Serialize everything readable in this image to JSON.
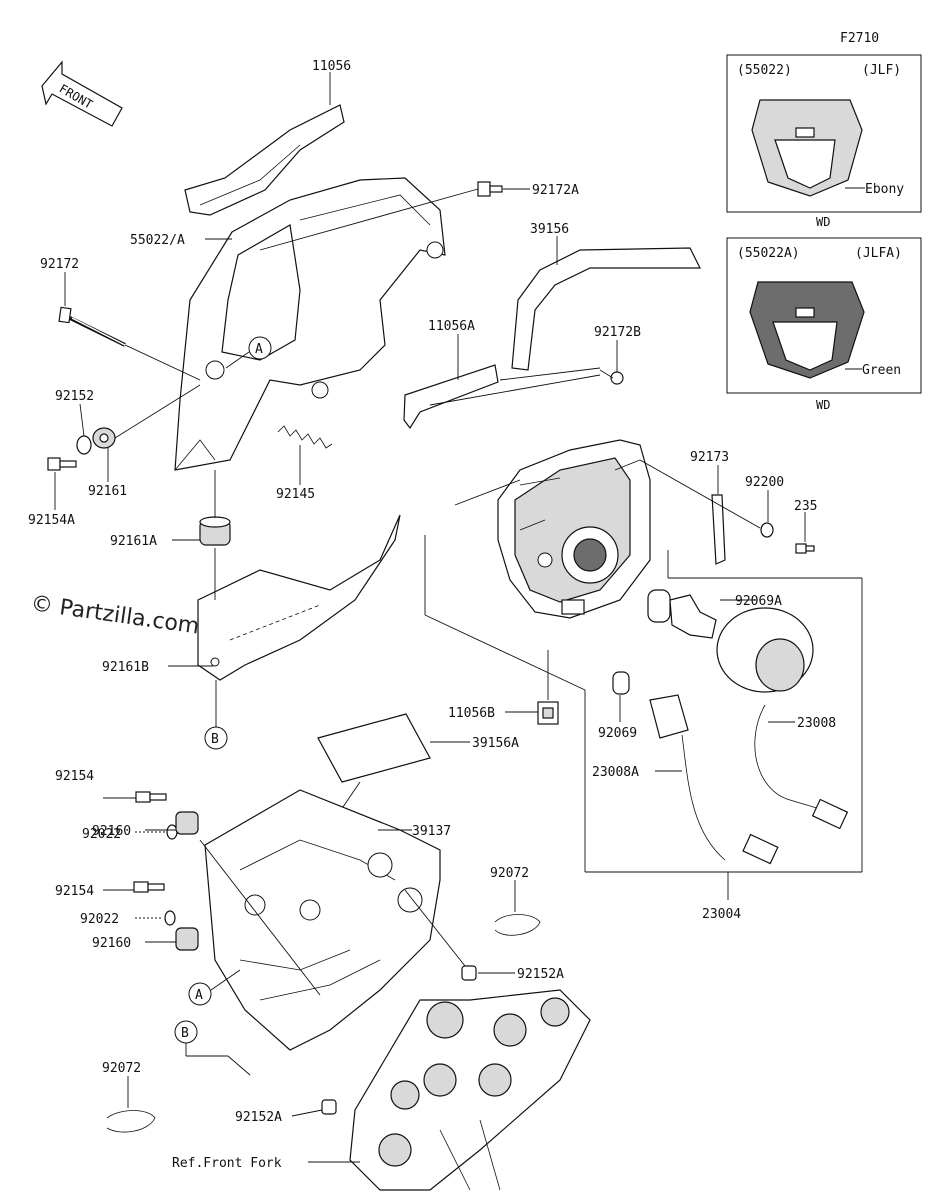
{
  "figure_code": "F2710",
  "front_label": "FRONT",
  "watermark": "© Partzilla.com",
  "inset_jlf": {
    "code": "(55022)",
    "variant": "(JLF)",
    "color": "Ebony",
    "note": "WD"
  },
  "inset_jlfa": {
    "code": "(55022A)",
    "variant": "(JLFA)",
    "color": "Green",
    "note": "WD"
  },
  "labels": {
    "p11056": "11056",
    "p92172A": "92172A",
    "p55022A": "55022/A",
    "p39156": "39156",
    "p92172": "92172",
    "p11056A": "11056A",
    "p92172B": "92172B",
    "p92152": "92152",
    "p92161": "92161",
    "p92154A": "92154A",
    "p92145": "92145",
    "p92173": "92173",
    "p92200": "92200",
    "p235": "235",
    "p92161A": "92161A",
    "p92069A": "92069A",
    "p92161B": "92161B",
    "p11056B": "11056B",
    "p92069": "92069",
    "p23008": "23008",
    "p39156A": "39156A",
    "p23008A": "23008A",
    "p92154": "92154",
    "p92022": "92022",
    "p92160": "92160",
    "p39137": "39137",
    "p92072": "92072",
    "p23004": "23004",
    "p92154b": "92154",
    "p92022b": "92022",
    "p92160b": "92160",
    "p92152A": "92152A",
    "p92072b": "92072",
    "p92152Ab": "92152A",
    "ref_front_fork": "Ref.Front Fork"
  },
  "callouts": {
    "a": "A",
    "b": "B"
  }
}
